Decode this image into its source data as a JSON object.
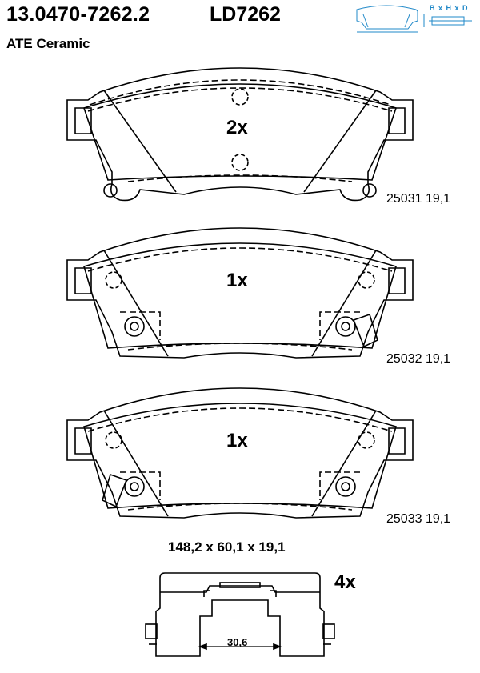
{
  "header": {
    "part_number": "13.0470-7262.2",
    "reference": "LD7262",
    "brand": "ATE Ceramic",
    "dimension_legend": "B x H x D",
    "accent_color": "#1f88c8"
  },
  "pads": [
    {
      "quantity": "2x",
      "code": "25031 19,1",
      "variant": "with-hooks"
    },
    {
      "quantity": "1x",
      "code": "25032 19,1",
      "variant": "sensor-right"
    },
    {
      "quantity": "1x",
      "code": "25033 19,1",
      "variant": "sensor-left"
    }
  ],
  "dimensions": "148,2 x 60,1 x 19,1",
  "clip": {
    "quantity": "4x",
    "width_label": "30,6"
  }
}
